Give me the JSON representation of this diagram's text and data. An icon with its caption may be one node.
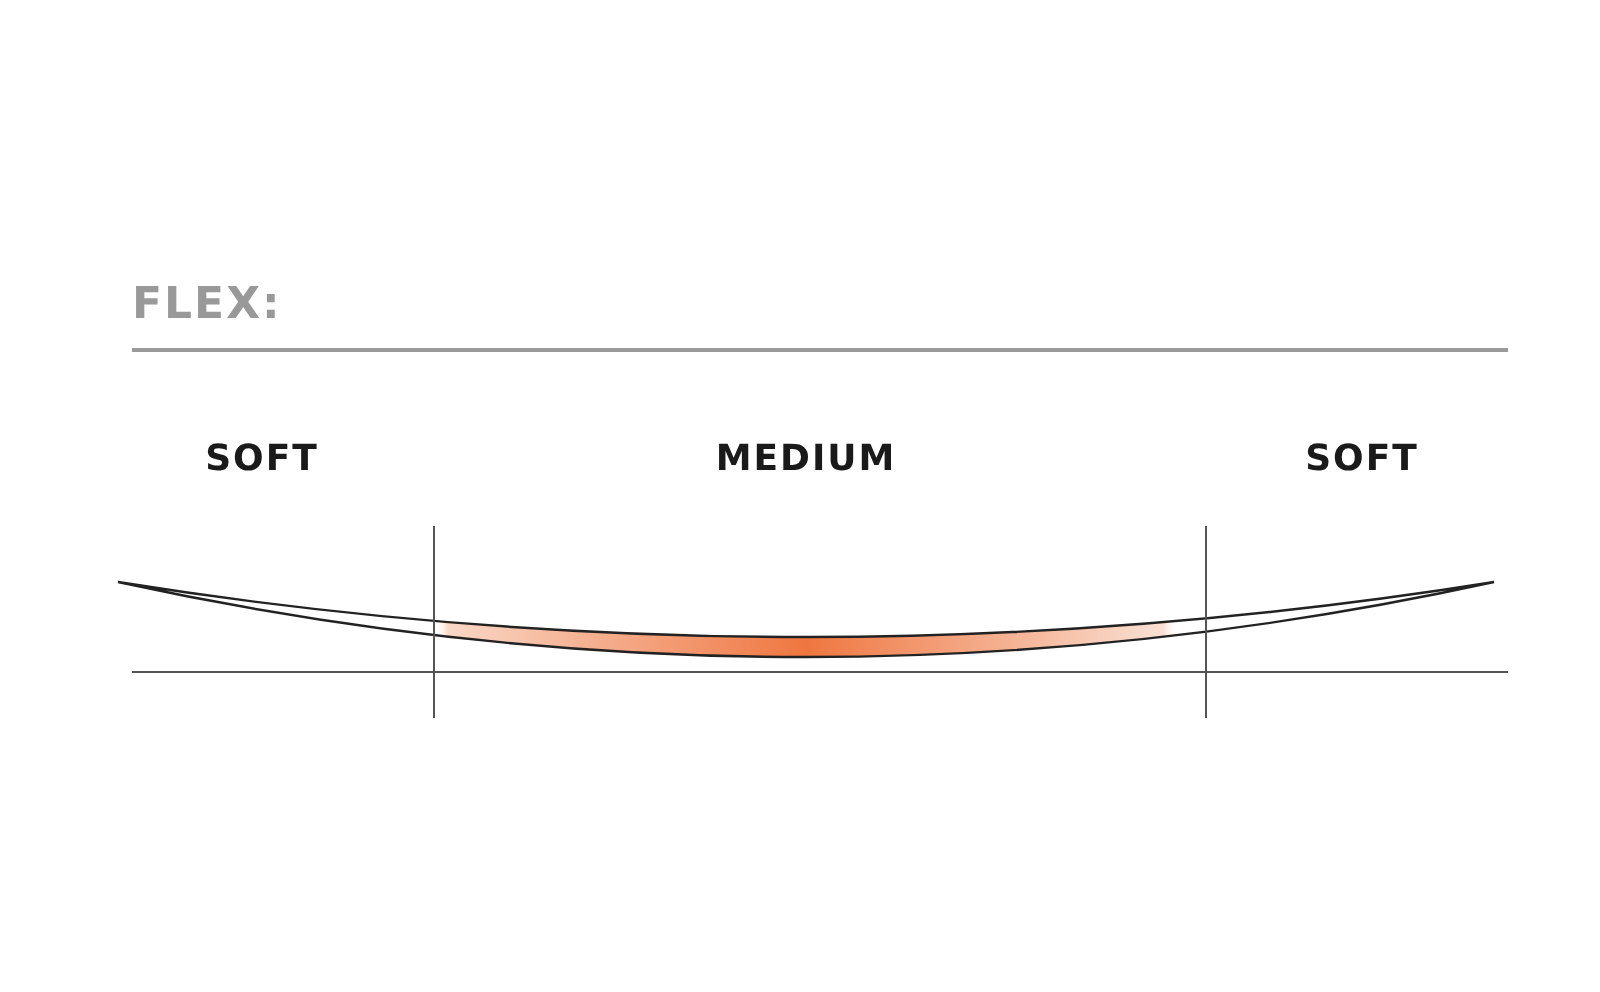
{
  "diagram": {
    "title": "FLEX:",
    "labels": [
      "SOFT",
      "MEDIUM",
      "SOFT"
    ]
  }
}
